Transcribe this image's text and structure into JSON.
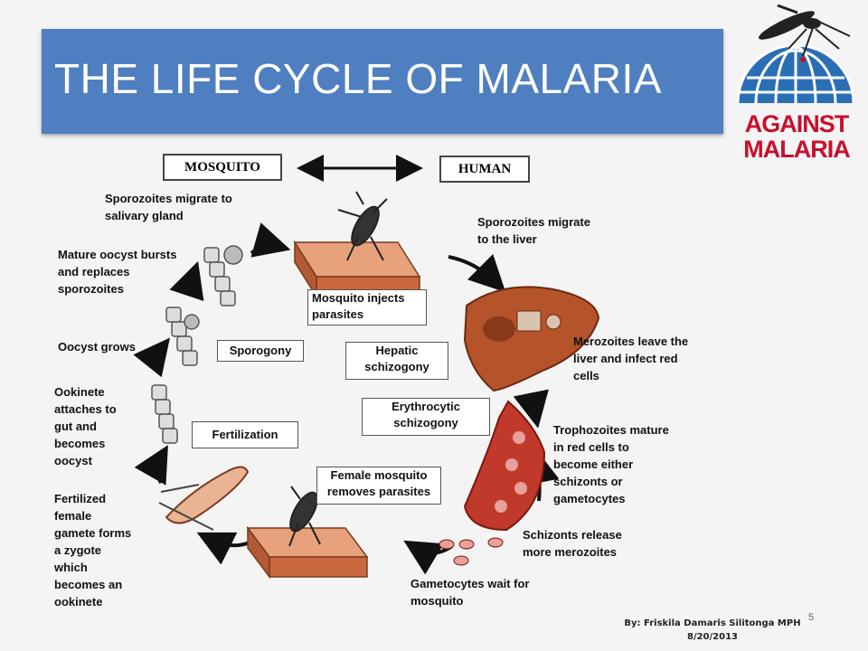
{
  "title": "THE LIFE CYCLE OF MALARIA",
  "logo": {
    "line1": "AGAINST",
    "line2": "MALARIA"
  },
  "headers": {
    "mosquito": "MOSQUITO",
    "human": "HUMAN"
  },
  "labels": {
    "sporozoites_salivary": "Sporozoites migrate to\nsalivary gland",
    "oocyst_bursts": "Mature oocyst bursts\nand replaces\nsporozoites",
    "oocyst_grows": "Oocyst grows",
    "ookinete": "Ookinete\nattaches to\ngut and\nbecomes\noocyst",
    "fertilized": "Fertilized\nfemale\ngamete forms\na zygote\nwhich\nbecomes an\nookinete",
    "sporozoites_liver": "Sporozoites migrate\nto the liver",
    "merozoites_leave": "Merozoites leave the\nliver and infect red\ncells",
    "trophozoites": "Trophozoites mature\nin red cells to\nbecome either\nschizonts or\ngametocytes",
    "schizonts": "Schizonts release\nmore merozoites",
    "gametocytes": "Gametocytes wait for\nmosquito"
  },
  "boxes": {
    "mosquito_injects": "Mosquito injects\nparasites",
    "sporogony": "Sporogony",
    "hepatic": "Hepatic\nschizogony",
    "erythrocytic": "Erythrocytic\nschizogony",
    "fertilization": "Fertilization",
    "female_mosquito": "Female mosquito\nremoves parasites"
  },
  "credit": {
    "author": "By: Friskila Damaris Silitonga MPH",
    "date": "8/20/2013"
  },
  "slide_number": "5",
  "colors": {
    "title_bar": "#4f7fc0",
    "logo_blue": "#2a6fb5",
    "logo_red": "#c8102e",
    "tissue": "#d9835a",
    "liver": "#b5532a",
    "vessel": "#c0392b"
  }
}
